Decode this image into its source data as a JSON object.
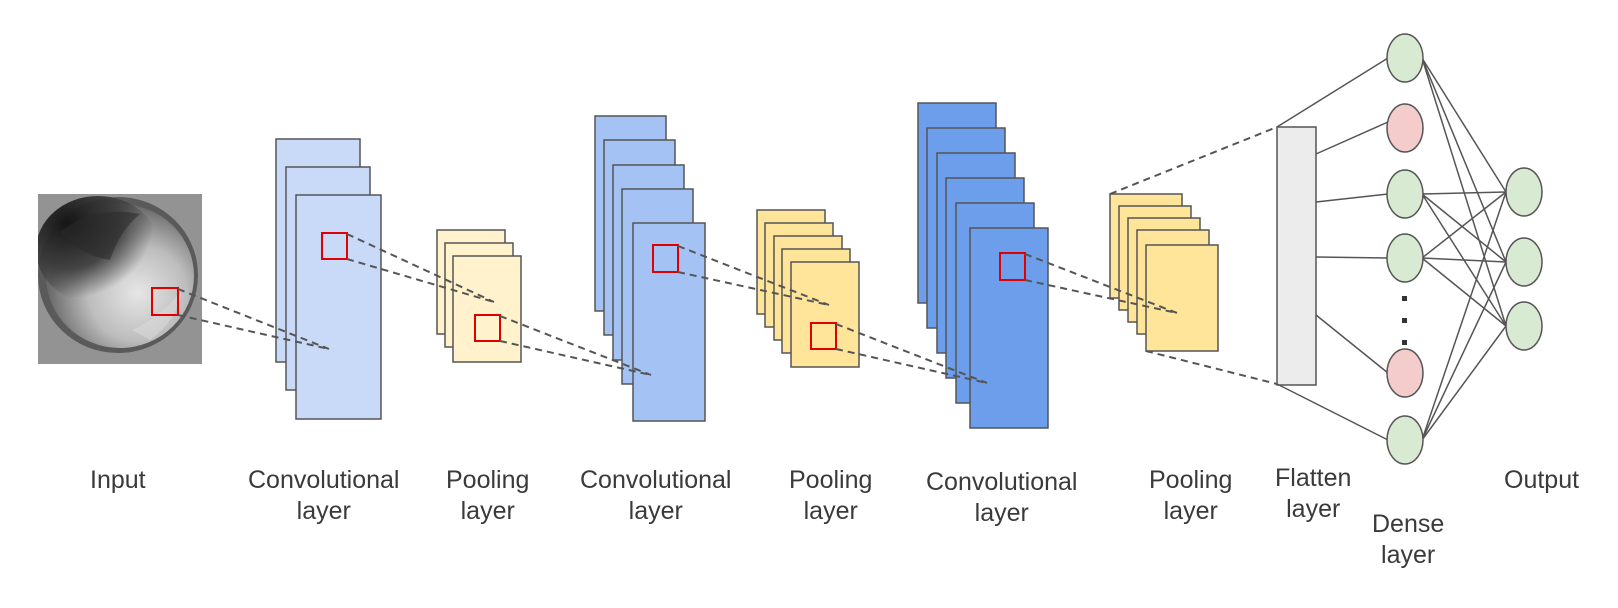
{
  "labels": {
    "input": "Input",
    "conv1": [
      "Convolutional",
      "layer"
    ],
    "pool1": [
      "Pooling",
      "layer"
    ],
    "conv2": [
      "Convolutional",
      "layer"
    ],
    "pool2": [
      "Pooling",
      "layer"
    ],
    "conv3": [
      "Convolutional",
      "layer"
    ],
    "pool3": [
      "Pooling",
      "layer"
    ],
    "flatten": [
      "Flatten",
      "layer"
    ],
    "dense": [
      "Dense",
      "layer"
    ],
    "output": "Output"
  },
  "colors": {
    "conv1_fill": "#c9daf8",
    "conv2_fill": "#a4c2f4",
    "conv3_fill": "#6d9eeb",
    "pool1_fill": "#fff2cc",
    "pool2_fill": "#ffe599",
    "pool3_fill": "#ffe599",
    "flatten_fill": "#ececec",
    "node_green": "#d9ead3",
    "node_red": "#f4cccc",
    "kernel_stroke": "#e00000",
    "line": "#555555"
  },
  "dense_nodes": [
    "green",
    "red",
    "green",
    "green",
    "red",
    "green"
  ],
  "output_nodes": [
    "green",
    "green",
    "green"
  ],
  "ellipsis_marker": "⋮"
}
